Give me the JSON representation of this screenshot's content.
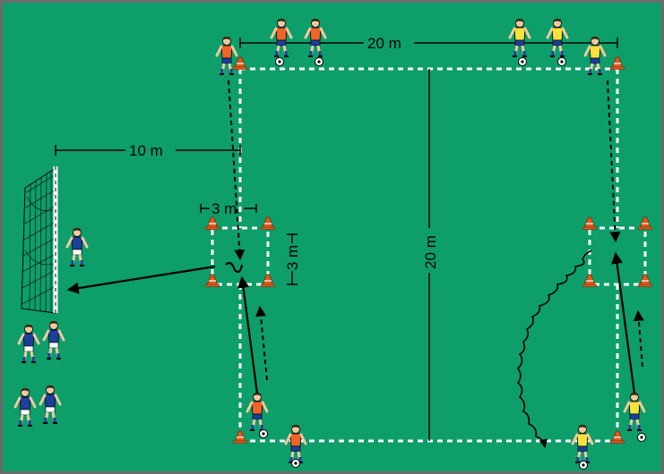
{
  "colors": {
    "pitch": "#0d9e6a",
    "border": "#6b6b6b",
    "line": "#ffffff",
    "arrow": "#000000",
    "team_a": "#f0642a",
    "team_b": "#f5e23a",
    "team_c": "#1c3f9a",
    "cone": "#e05a1c"
  },
  "labels": {
    "top_width": "20 m",
    "side_length": "20 m",
    "goal_distance": "10 m",
    "gate_width": "3 m",
    "gate_depth": "3 m"
  },
  "icons": [
    "player-figure",
    "cone-icon",
    "ball-icon",
    "goal-net-icon",
    "arrow-icon"
  ]
}
